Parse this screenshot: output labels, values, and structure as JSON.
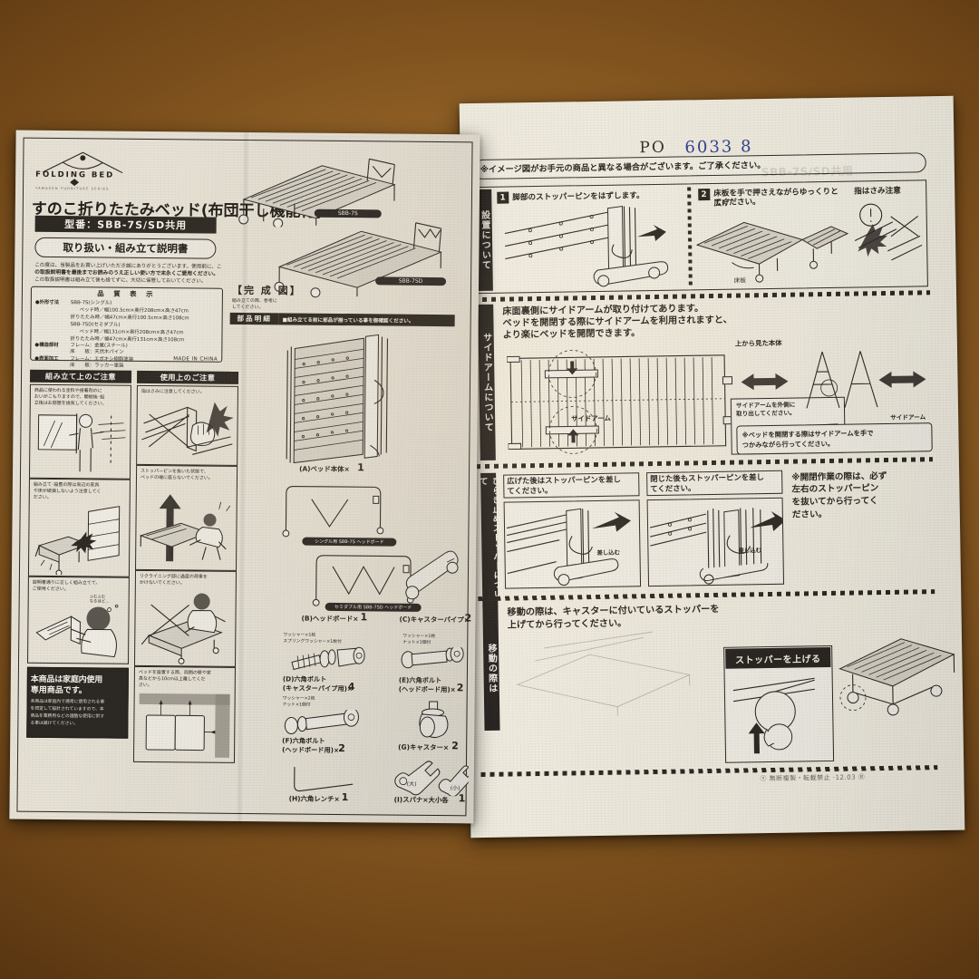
{
  "meta": {
    "background_color": "#8a5a22",
    "paper_color": "#e9e5db",
    "ink_color": "#241f1b",
    "handwriting_color": "#2e3f8f"
  },
  "left_page": {
    "logo": {
      "brand": "FOLDING BED",
      "sub": "YAMAZEN  FURNITURE  SERIES"
    },
    "title": "すのこ折りたたみベッド(布団干し機能付)",
    "model_bar": "型番：SBB-7S/SD共用",
    "manual_label": "取り扱い・組み立て説明書",
    "intro": [
      "この度は、当製品をお買い上げいただき誠にありがとうございます。使用前に、こ",
      "の取扱説明書を最後までお読みのうえ正しい使い方で末永くご愛用ください。",
      "この取扱説明書は組み立て後も捨てずに、大切に保管しておいてください。"
    ],
    "quality": {
      "heading": "品 質 表 示",
      "rows": [
        {
          "label": "●外形寸法",
          "lines": [
            "SBB-7S(シングル)",
            "ベッド時／幅100.5cm×奥行208cm×高さ47cm",
            "折りたたみ時／幅47cm×奥行100.5cm×高さ108cm",
            "SBB-7SD(セミダブル)",
            "ベッド時／幅131cm×奥行208cm×高さ47cm",
            "折りたたみ時／幅47cm×奥行131cm×高さ108cm"
          ]
        },
        {
          "label": "●構造部材",
          "lines": [
            "フレーム：金属(スチール)",
            "床　　板：天然木パイン"
          ]
        },
        {
          "label": "●表面加工",
          "lines": [
            "フレーム：エポキシ樹脂塗装",
            "床　　板：ラッカー塗装"
          ]
        }
      ],
      "origin": "MADE IN CHINA"
    },
    "caution_assembly": {
      "heading": "組み立て上のご注意",
      "items": [
        {
          "text": [
            "商品に使われる塗料や接着剤のに",
            "おいがこもりますので、開梱後･組",
            "立後はお部屋を換気してください。"
          ],
          "figure": "window-ventilation"
        },
        {
          "text": [
            "組み立て･設置の際は周辺の家具",
            "や床が破損しないよう注意してく",
            "ださい。"
          ],
          "figure": "bed-hitting-furniture"
        },
        {
          "text": [
            "説明書通りに正しく組み立てて、",
            "ご使用ください。"
          ],
          "figure": "person-reading-manual",
          "bubble": "ふむふむ\nなるほど…"
        }
      ],
      "notice_box": {
        "title": [
          "本商品は家庭内使用",
          "専用商品です。"
        ],
        "body": [
          "本商品は家庭内で通常に使用される事",
          "を想定して設計されていますので、本",
          "商品を業務用などの過酷な使用に供す",
          "る事は避けてください。"
        ]
      }
    },
    "caution_use": {
      "heading": "使用上のご注意",
      "items": [
        {
          "text": [
            "指はさみに注意してください。"
          ],
          "figure": "pinch-hand-x"
        },
        {
          "text": [
            "ストッパーピンを抜いた状態で、",
            "ベッドの端に座らないでください。"
          ],
          "figure": "person-falling"
        },
        {
          "text": [
            "リクライニング部に過度の荷重を",
            "かけないでください。"
          ],
          "figure": "sitting-on-recliner-x"
        },
        {
          "text": [
            "ベッドを設置する際、周囲の壁や家",
            "具などから10cm以上離してくだ",
            "さい。"
          ],
          "figure": "bed-wall-clearance"
        }
      ]
    },
    "finished_view": {
      "label": "【完 成 図】",
      "note": [
        "組み立ての際、参考に",
        "してください。"
      ],
      "captions": [
        "SBB-7S",
        "SBB-7SD"
      ]
    },
    "parts_header": {
      "title": "部品明細",
      "note": "■組み立てる前に部品が揃っている事を御確認ください。"
    },
    "parts": [
      {
        "id": "A",
        "label": "(A)ベッド本体×",
        "qty": "1",
        "sub": ""
      },
      {
        "id": "B",
        "label": "(B)ヘッドボード×",
        "qty": "1",
        "sub": "",
        "badges": [
          "シングル用 SBB-7S ヘッドボード",
          "セミダブル用 SBB-7SD ヘッドボード"
        ]
      },
      {
        "id": "C",
        "label": "(C)キャスターパイプ×",
        "qty": "2",
        "sub": ""
      },
      {
        "id": "D",
        "label": "(D)六角ボルト",
        "label2": "(キャスターパイプ用)×",
        "qty": "4",
        "sub": [
          "ワッシャー×1枚",
          "スプリングワッシャー×1枚付"
        ]
      },
      {
        "id": "E",
        "label": "(E)六角ボルト",
        "label2": "(ヘッドボード用)×",
        "qty": "2",
        "sub": [
          "ワッシャー×1枚",
          "ナット×1個付"
        ]
      },
      {
        "id": "F",
        "label": "(F)六角ボルト",
        "label2": "(ヘッドボード用)×",
        "qty": "2",
        "sub": [
          "ワッシャー×2枚",
          "ナット×1個付"
        ]
      },
      {
        "id": "G",
        "label": "(G)キャスター×",
        "qty": "2",
        "sub": ""
      },
      {
        "id": "H",
        "label": "(H)六角レンチ×",
        "qty": "1",
        "sub": ""
      },
      {
        "id": "I",
        "label": "(I)スパナ×大小各",
        "qty": "1",
        "sub": "",
        "wrench_labels": [
          "(大)",
          "(小)"
        ]
      }
    ]
  },
  "right_page": {
    "handwriting": {
      "prefix": "PO",
      "number": "6033 8"
    },
    "ghost_model": "SBB-7S/SD共用",
    "disclaimer": "※イメージ図がお手元の商品と異なる場合がございます。ご了承ください。",
    "sections": [
      {
        "tab": "設置について",
        "steps": [
          {
            "no": "1",
            "text": [
              "脚部のストッパーピンをはずします。"
            ],
            "figure": "remove-stopper-pin"
          },
          {
            "no": "2",
            "text": [
              "床板を手で押さえながらゆっくりと広げ",
              "てください。"
            ],
            "figure": "unfold-slats",
            "caption": "床板",
            "warn": {
              "title": "指はさみ注意",
              "figure": "pinch-warning-x"
            }
          }
        ]
      },
      {
        "tab": "サイドアームについて",
        "body": [
          "床面裏側にサイドアームが取り付けてあります。",
          "ベッドを開閉する際にサイドアームを利用されますと、",
          "より楽にベッドを開閉できます。"
        ],
        "figure_labels": {
          "top_view": "上から見た本体",
          "side_arm": "サイドアーム"
        },
        "callout": [
          "サイドアームを外側に",
          "取り出してください。"
        ],
        "right_note": [
          "※ベッドを開閉する際はサイドアームを手で",
          "つかみながら行ってください。"
        ],
        "right_label": "サイドアーム"
      },
      {
        "tab": "ひらき止めストッパーについて",
        "steps": [
          {
            "text": [
              "広げた後はストッパーピンを差し",
              "てください。"
            ],
            "figure": "insert-pin-open",
            "annot": "差し込む"
          },
          {
            "text": [
              "閉じた後もストッパーピンを差し",
              "てください。"
            ],
            "figure": "insert-pin-closed",
            "annot": "差し込む"
          }
        ],
        "note": [
          "※開閉作業の際は、必ず",
          "左右のストッパーピン",
          "を抜いてから行ってく",
          "ださい。"
        ]
      },
      {
        "tab": "移動の際は",
        "body": [
          "移動の際は、キャスターに付いているストッパーを",
          "上げてから行ってください。"
        ],
        "inset_title": "ストッパーを上げる",
        "figure": "caster-stopper-up"
      }
    ],
    "footer": "Ⓨ 無断複製・転載禁止 ·12.03 Ⓡ"
  }
}
